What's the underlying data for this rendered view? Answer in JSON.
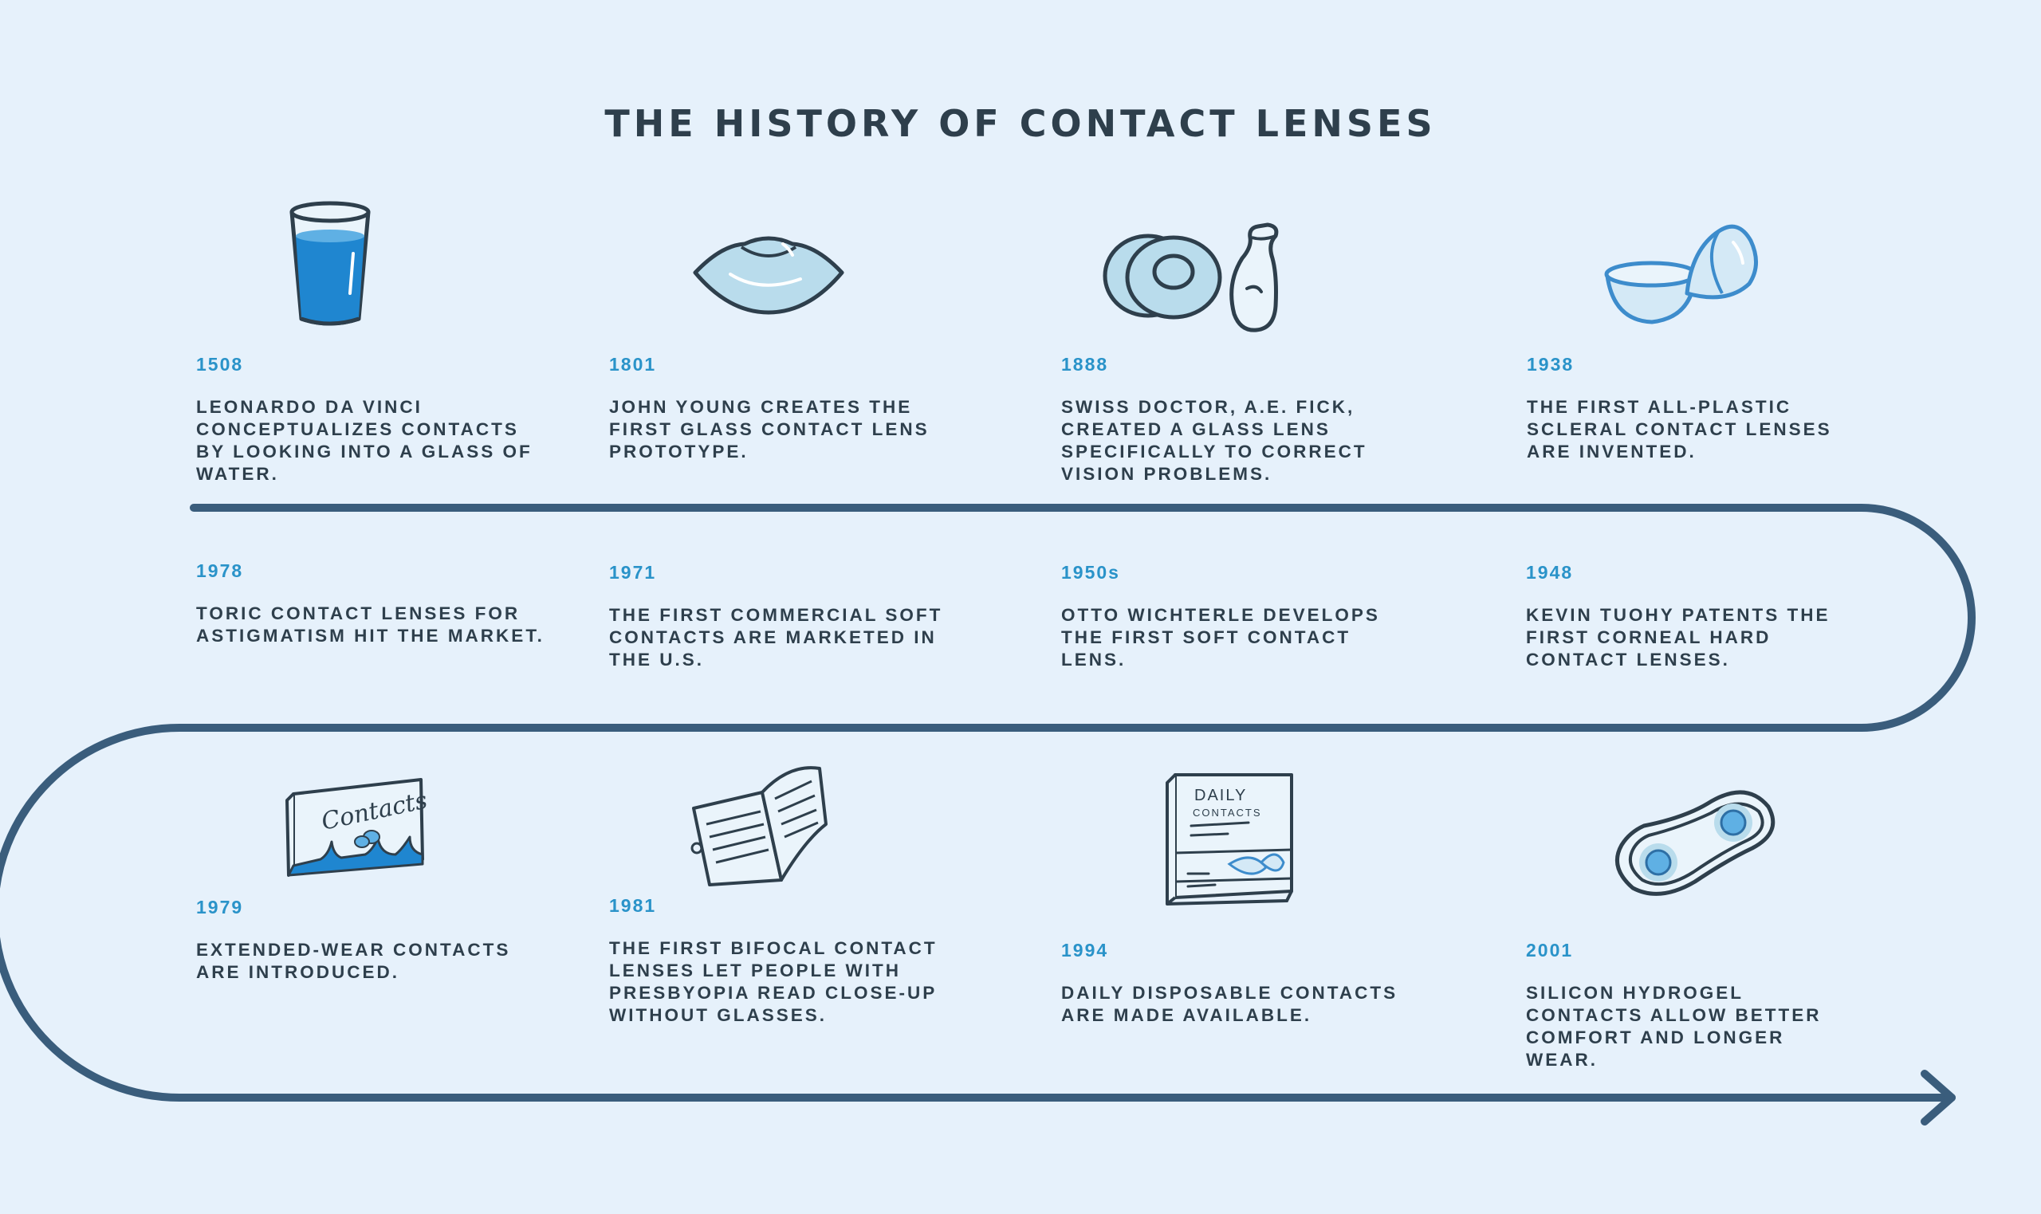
{
  "title": "THE HISTORY OF CONTACT LENSES",
  "colors": {
    "background": "#e6f1fb",
    "path": "#3a5d7c",
    "year": "#2a93c9",
    "text": "#2e3f4c",
    "accent_blue": "#1f86d0",
    "light_blue": "#b9dcec"
  },
  "events": [
    {
      "year": "1508",
      "text": "LEONARDO DA VINCI CONCEPTUALIZES CONTACTS BY LOOKING INTO A GLASS OF WATER.",
      "icon": "water-glass-icon"
    },
    {
      "year": "1801",
      "text": "JOHN YOUNG CREATES THE FIRST GLASS CONTACT LENS PROTOTYPE.",
      "icon": "glass-lens-icon"
    },
    {
      "year": "1888",
      "text": "SWISS DOCTOR, A.E. FICK, CREATED A GLASS LENS SPECIFICALLY TO CORRECT VISION PROBLEMS.",
      "icon": "lens-and-bottle-icon"
    },
    {
      "year": "1938",
      "text": "THE FIRST ALL-PLASTIC SCLERAL CONTACT LENSES ARE INVENTED.",
      "icon": "scleral-lenses-icon"
    },
    {
      "year": "1978",
      "text": "TORIC CONTACT LENSES FOR ASTIGMATISM HIT THE MARKET."
    },
    {
      "year": "1971",
      "text": "THE FIRST COMMERCIAL SOFT CONTACTS ARE MARKETED IN THE U.S."
    },
    {
      "year": "1950s",
      "text": "OTTO WICHTERLE DEVELOPS THE FIRST SOFT CONTACT LENS."
    },
    {
      "year": "1948",
      "text": "KEVIN TUOHY PATENTS THE FIRST CORNEAL HARD CONTACT LENSES."
    },
    {
      "year": "1979",
      "text": "EXTENDED-WEAR CONTACTS ARE INTRODUCED.",
      "icon": "contacts-box-icon",
      "icon_label": "Contacts"
    },
    {
      "year": "1981",
      "text": "THE FIRST BIFOCAL CONTACT LENSES LET PEOPLE WITH PRESBYOPIA READ CLOSE-UP WITHOUT GLASSES.",
      "icon": "open-book-icon"
    },
    {
      "year": "1994",
      "text": "DAILY DISPOSABLE CONTACTS ARE MADE AVAILABLE.",
      "icon": "daily-contacts-box-icon",
      "icon_label": "DAILY",
      "icon_sublabel": "CONTACTS"
    },
    {
      "year": "2001",
      "text": "SILICON HYDROGEL CONTACTS ALLOW BETTER COMFORT AND LONGER WEAR.",
      "icon": "lens-case-icon"
    }
  ]
}
